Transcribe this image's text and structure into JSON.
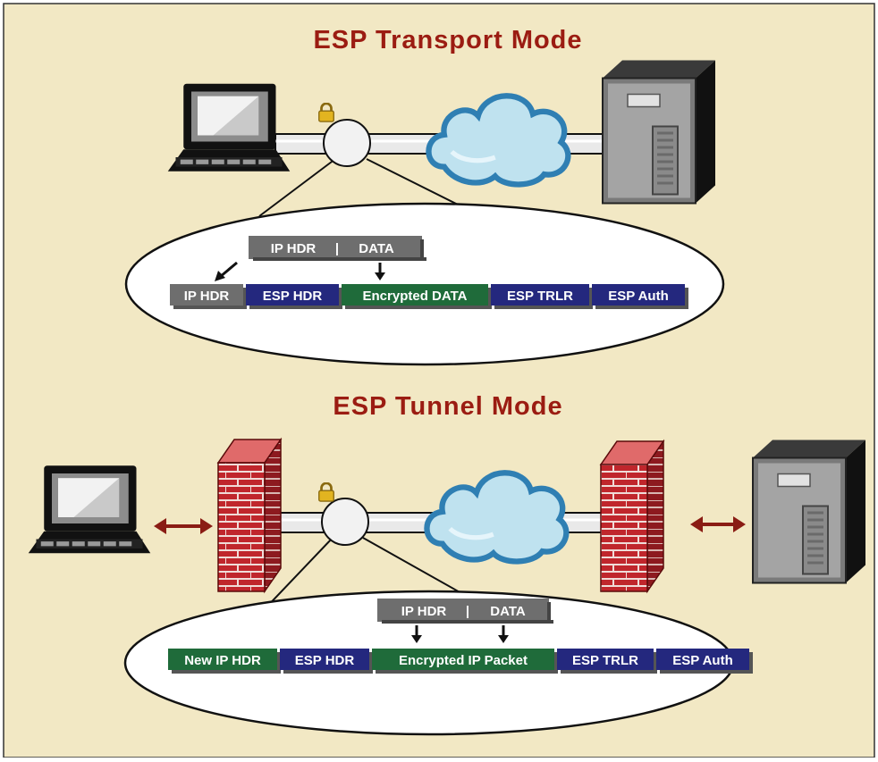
{
  "colors": {
    "background": "#f2e8c4",
    "title": "#9b1c12",
    "hdr_gray": "#6e6e6e",
    "esp_blue": "#24287e",
    "data_green": "#1f6b3a",
    "arrow_red": "#8a1c14",
    "brick": "#c0262c"
  },
  "transport": {
    "title": "ESP Transport Mode",
    "original_packet": {
      "ip_hdr": "IP HDR",
      "separator": "|",
      "data": "DATA"
    },
    "encapsulated": [
      {
        "label": "IP HDR",
        "color": "gray"
      },
      {
        "label": "ESP HDR",
        "color": "blue"
      },
      {
        "label": "Encrypted DATA",
        "color": "green"
      },
      {
        "label": "ESP TRLR",
        "color": "blue"
      },
      {
        "label": "ESP Auth",
        "color": "blue"
      }
    ]
  },
  "tunnel": {
    "title": "ESP Tunnel Mode",
    "original_packet": {
      "ip_hdr": "IP HDR",
      "separator": "|",
      "data": "DATA"
    },
    "encapsulated": [
      {
        "label": "New IP HDR",
        "color": "green"
      },
      {
        "label": "ESP HDR",
        "color": "blue"
      },
      {
        "label": "Encrypted IP Packet",
        "color": "green"
      },
      {
        "label": "ESP TRLR",
        "color": "blue"
      },
      {
        "label": "ESP Auth",
        "color": "blue"
      }
    ]
  },
  "icons": [
    "laptop-icon",
    "lock-icon",
    "cloud-icon",
    "server-icon",
    "firewall-icon",
    "double-arrow-icon"
  ]
}
